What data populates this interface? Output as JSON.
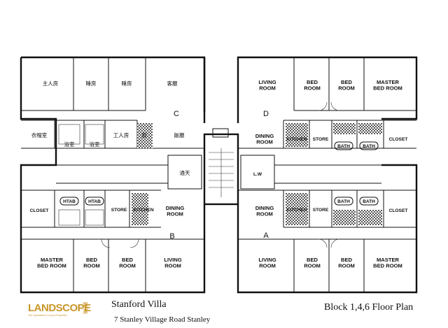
{
  "project": {
    "building_name": "Stanford Villa",
    "address": "7 Stanley Village Road Stanley",
    "plan_title": "Block 1,4,6 Floor Plan"
  },
  "logo": {
    "brand": "LANDSCOPE",
    "brand_cjk": "置業",
    "tagline": "The Specialist in Luxury Properties"
  },
  "units": {
    "C": {
      "label": "C",
      "rooms": {
        "master": "主人房",
        "bed1": "睡房",
        "bed2": "睡房",
        "living": "客廳",
        "dining": "飯廳",
        "closet": "衣帽室",
        "bath1": "浴室",
        "bath2": "浴室",
        "maid": "工人房",
        "kitchen": "廚"
      }
    },
    "D": {
      "label": "D",
      "rooms": {
        "living": "LIVING\nROOM",
        "bed1": "BED\nROOM",
        "bed2": "BED\nROOM",
        "master": "MASTER\nBED ROOM",
        "dining": "DINING\nROOM",
        "kitchen": "KITCHEN",
        "store": "STORE",
        "bath1": "BATH",
        "bath2": "BATH",
        "closet": "CLOSET"
      }
    },
    "B": {
      "label": "B",
      "rooms": {
        "closet": "CLOSET",
        "bath1": "HTAB",
        "bath2": "HTAB",
        "store": "STORE",
        "kitchen": "KITCHEN",
        "dining": "DINING\nROOM",
        "master": "MASTER\nBED ROOM",
        "bed1": "BED\nROOM",
        "bed2": "BED\nROOM",
        "living": "LIVING\nROOM"
      }
    },
    "A": {
      "label": "A",
      "rooms": {
        "dining": "DINING\nROOM",
        "kitchen": "KITCHEN",
        "store": "STORE",
        "bath1": "BATH",
        "bath2": "BATH",
        "closet": "CLOSET",
        "living": "LIVING\nROOM",
        "bed1": "BED\nROOM",
        "bed2": "BED\nROOM",
        "master": "MASTER\nBED ROOM"
      }
    }
  },
  "core": {
    "lift_well": "L.W",
    "light_well": "通天"
  },
  "colors": {
    "line": "#111111",
    "brand": "#c9962a",
    "background": "#ffffff"
  }
}
